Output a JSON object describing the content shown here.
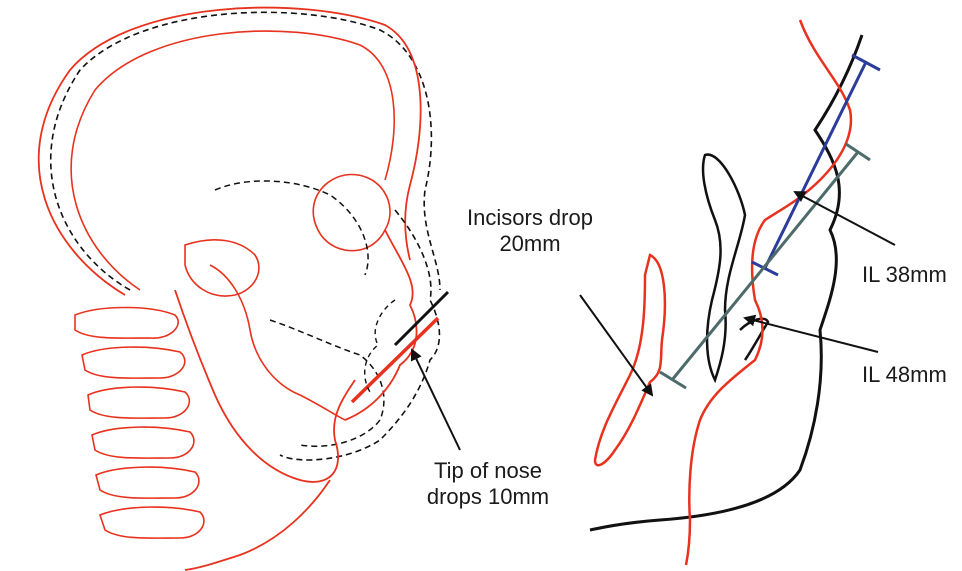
{
  "labels": {
    "incisors_line1": "Incisors drop",
    "incisors_line2": "20mm",
    "nose_line1": "Tip of nose",
    "nose_line2": "drops 10mm",
    "il38": "IL 38mm",
    "il48": "IL 48mm"
  },
  "colors": {
    "red_trace": "#e8321e",
    "black_trace": "#111111",
    "blue_line": "#2b3c9a",
    "teal_line": "#4e6b6b"
  }
}
